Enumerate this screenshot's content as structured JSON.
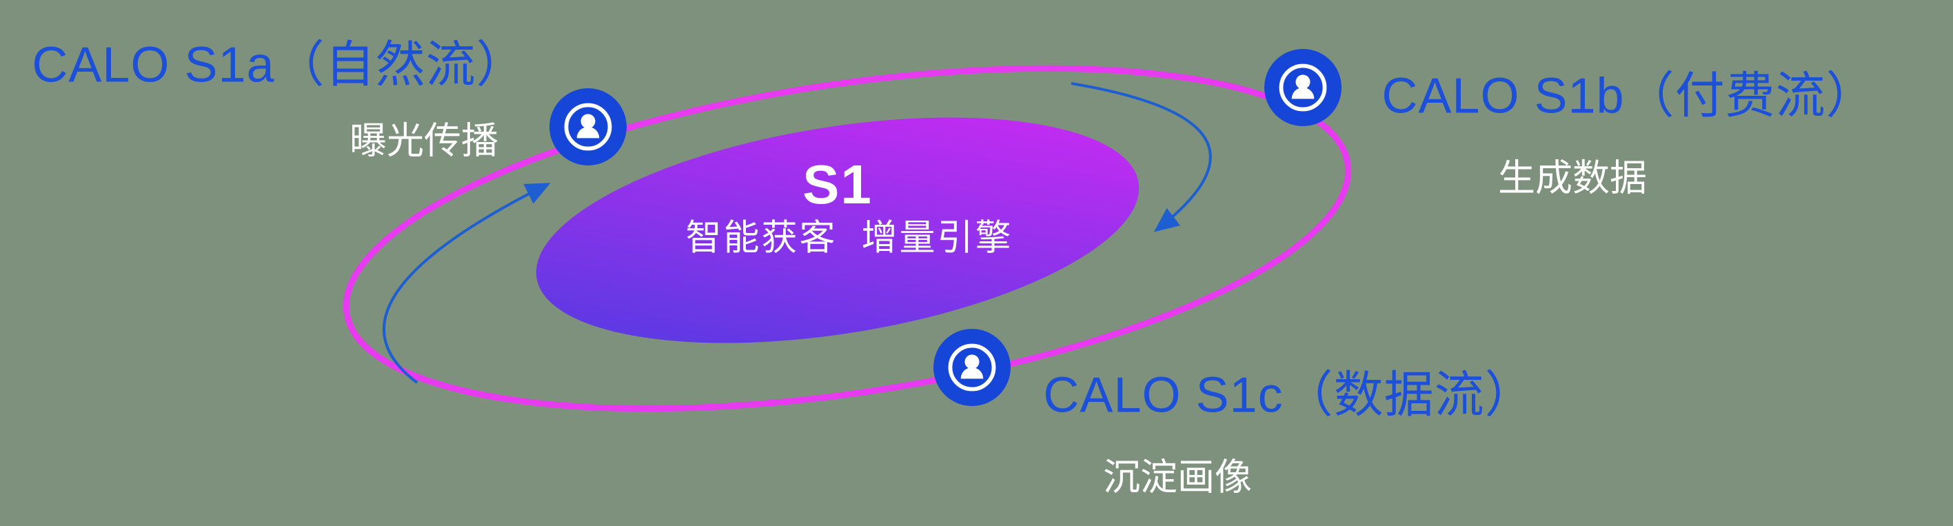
{
  "diagram": {
    "background_color": "#7d917d",
    "center": {
      "title": "S1",
      "subtitle": "智能获客  增量引擎"
    },
    "nodes": [
      {
        "id": "s1a",
        "label": "CALO S1a（自然流）",
        "sublabel": "曝光传播",
        "icon": "user-icon"
      },
      {
        "id": "s1b",
        "label": "CALO S1b（付费流）",
        "sublabel": "生成数据",
        "icon": "user-icon"
      },
      {
        "id": "s1c",
        "label": "CALO S1c（数据流）",
        "sublabel": "沉淀画像",
        "icon": "user-icon"
      }
    ],
    "colors": {
      "label_blue": "#1c50d8",
      "ring_magenta": "#e83af0",
      "icon_blue": "#1546d8",
      "icon_glyph_white": "#ffffff",
      "gradient_start": "#4a3ce0",
      "gradient_end": "#d429f5",
      "arrow_blue": "#1d5fd0",
      "text_white": "#ffffff"
    }
  }
}
